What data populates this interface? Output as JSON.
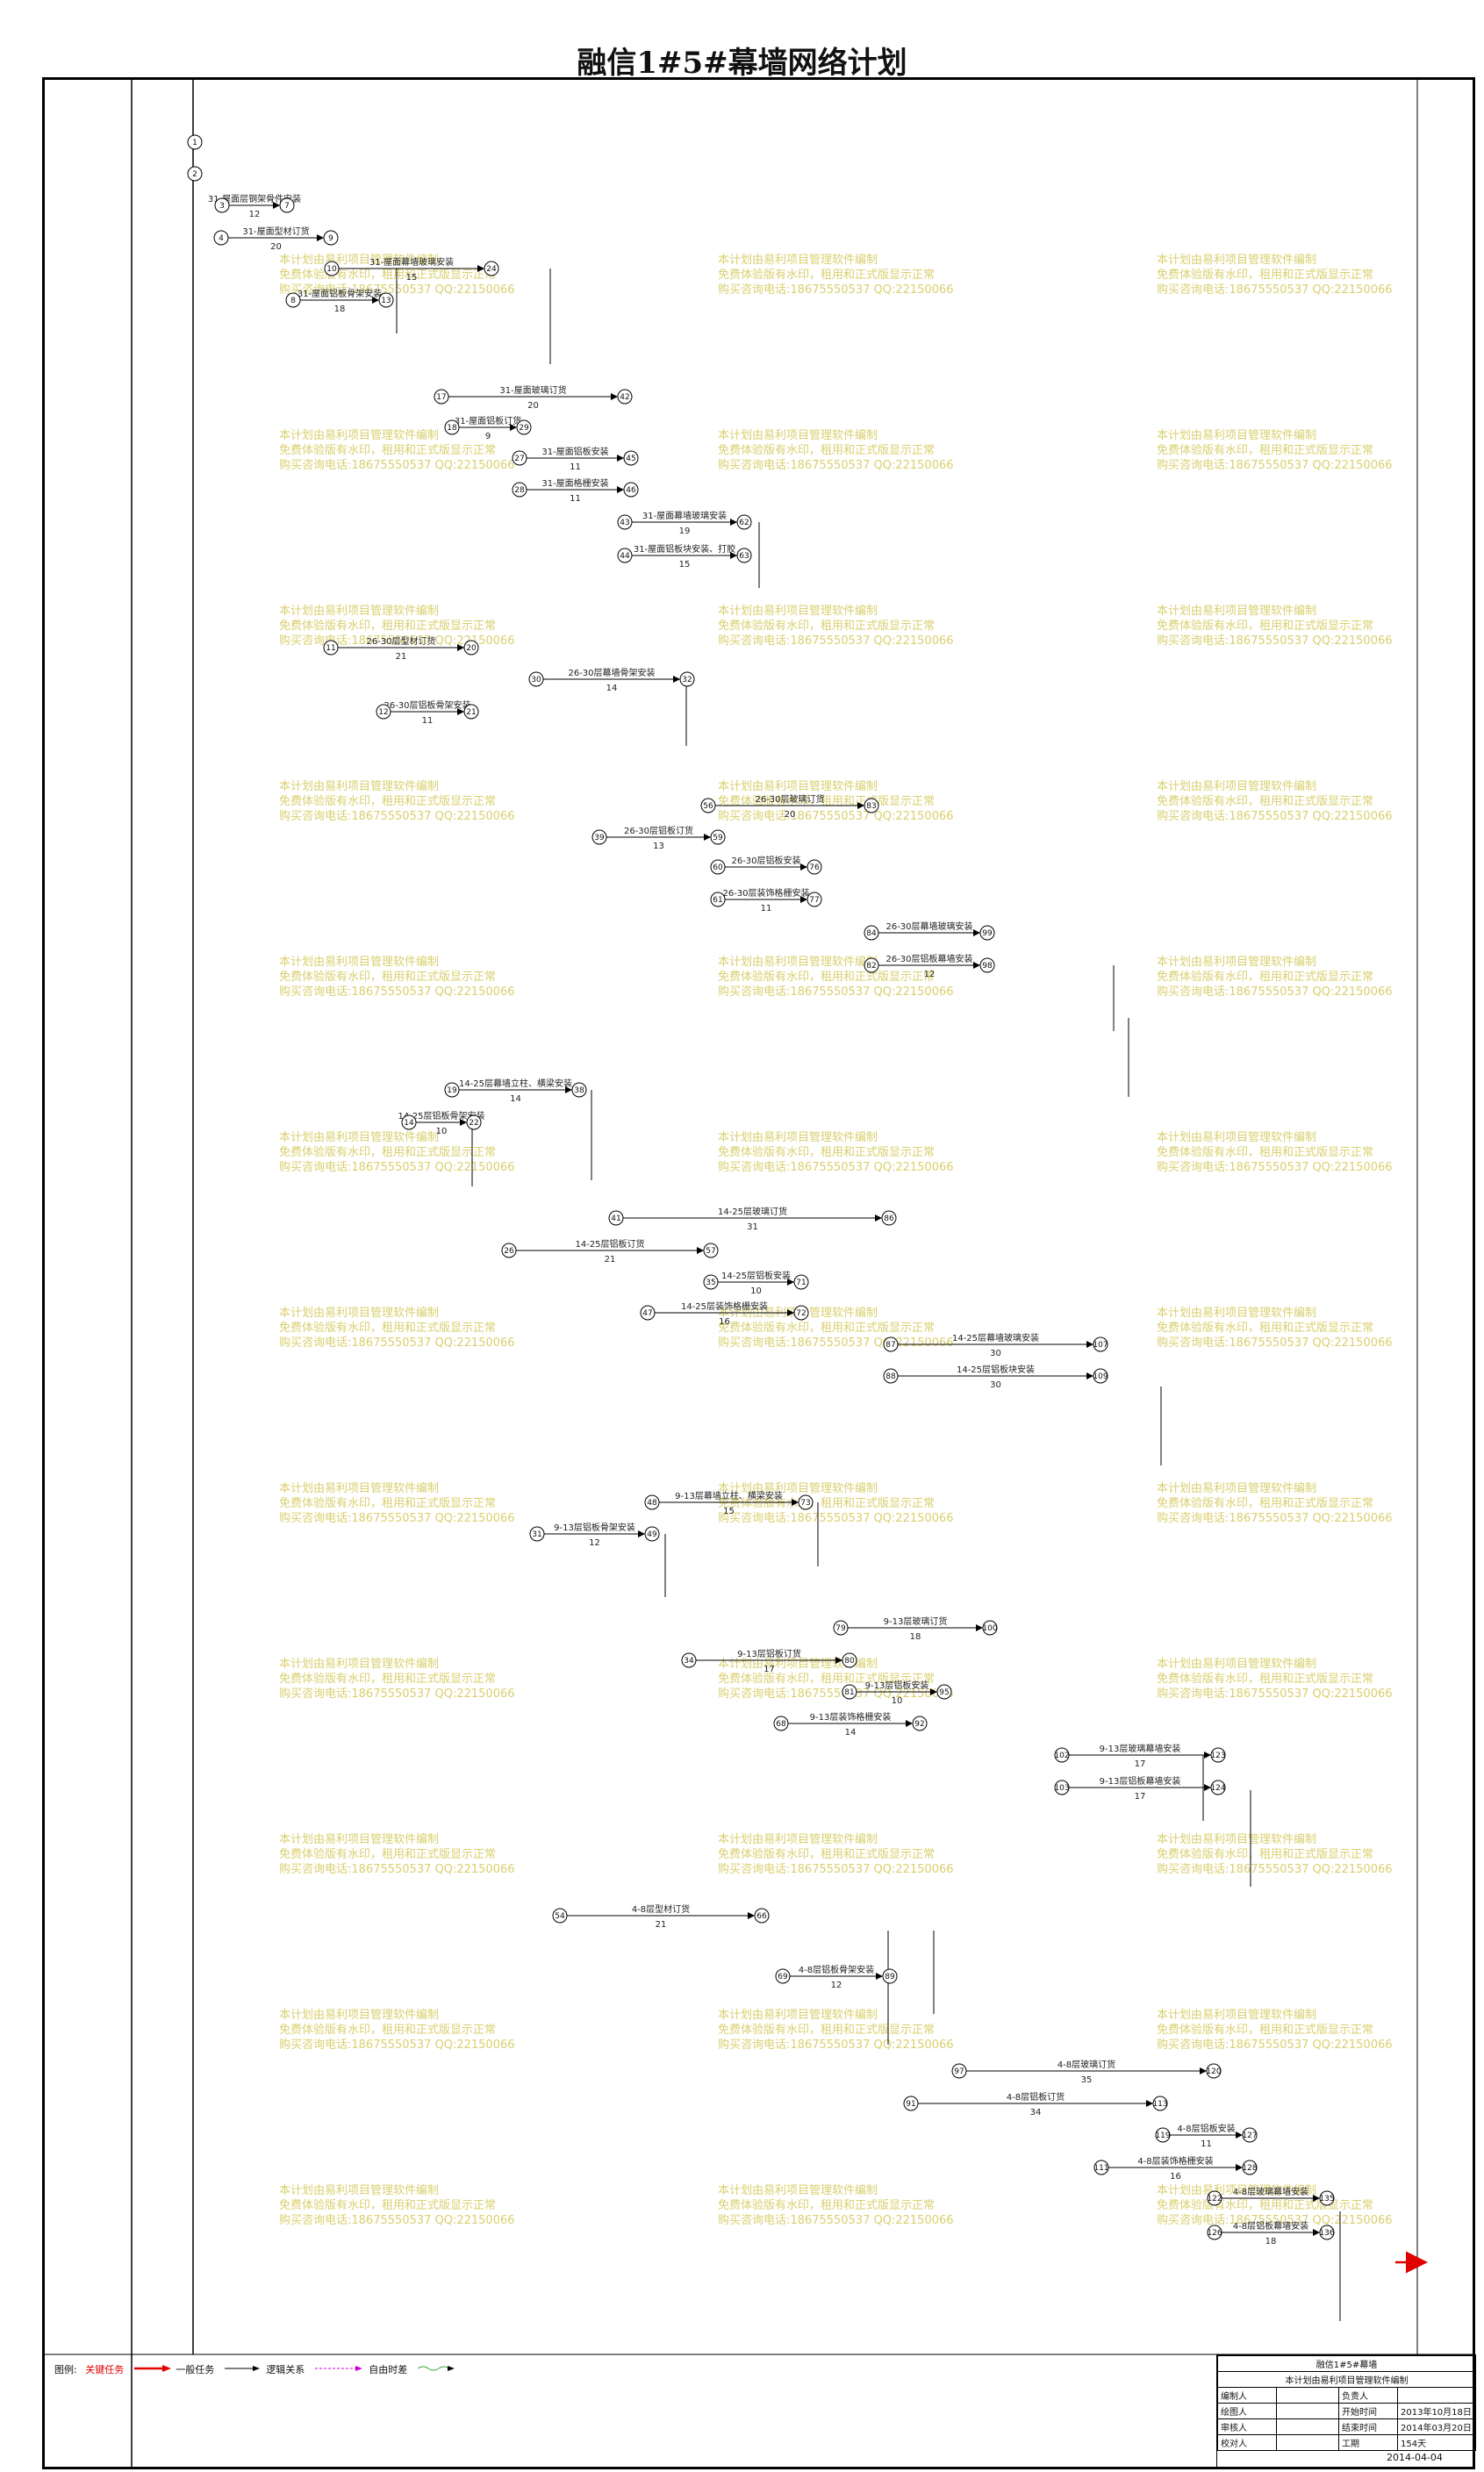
{
  "title": "融信1#5#幕墙网络计划",
  "watermark": {
    "line1": "本计划由易利项目管理软件编制",
    "line2": "免费体验版有水印，租用和正式版显示正常",
    "line3": "购买咨询电话:18675550537 QQ:22150066"
  },
  "legend": {
    "label": "图例:",
    "critical": "关键任务",
    "normal": "一般任务",
    "logic": "逻辑关系",
    "free_float": "自由时差",
    "critical_color": "#e00000",
    "normal_color": "#000000",
    "logic_color": "#cc00cc",
    "float_color": "#39a839"
  },
  "title_block": {
    "project": "融信1#5#幕墙",
    "software": "本计划由易利项目管理软件编制",
    "rows": [
      {
        "left": "编制人",
        "mid": "",
        "right_label": "负责人",
        "right_value": ""
      },
      {
        "left": "绘图人",
        "mid": "",
        "right_label": "开始时间",
        "right_value": "2013年10月18日"
      },
      {
        "left": "审核人",
        "mid": "",
        "right_label": "结束时间",
        "right_value": "2014年03月20日"
      },
      {
        "left": "校对人",
        "mid": "",
        "right_label": "工期",
        "right_value": "154天"
      }
    ],
    "date": "2014-04-04"
  },
  "tasks": [
    {
      "from": "3",
      "to": "7",
      "name": "31-屋面层钢架骨件安装",
      "dur": "12"
    },
    {
      "from": "4",
      "to": "9",
      "name": "31-屋面型材订货",
      "dur": "20"
    },
    {
      "from": "10",
      "to": "24",
      "name": "31-屋面幕墙玻璃安装",
      "dur": "15"
    },
    {
      "from": "8",
      "to": "13",
      "name": "31-屋面铝板骨架安装",
      "dur": "18"
    },
    {
      "from": "17",
      "to": "42",
      "name": "31-屋面玻璃订货",
      "dur": "20"
    },
    {
      "from": "18",
      "to": "29",
      "name": "31-屋面铝板订货",
      "dur": "9"
    },
    {
      "from": "27",
      "to": "45",
      "name": "31-屋面铝板安装",
      "dur": "11"
    },
    {
      "from": "28",
      "to": "46",
      "name": "31-屋面格栅安装",
      "dur": "11"
    },
    {
      "from": "43",
      "to": "62",
      "name": "31-屋面幕墙玻璃安装",
      "dur": "19"
    },
    {
      "from": "44",
      "to": "63",
      "name": "31-屋面铝板块安装、打胶",
      "dur": "15"
    },
    {
      "from": "11",
      "to": "20",
      "name": "26-30层型材订货",
      "dur": "21"
    },
    {
      "from": "30",
      "to": "32",
      "name": "26-30层幕墙骨架安装",
      "dur": "14"
    },
    {
      "from": "12",
      "to": "21",
      "name": "26-30层铝板骨架安装",
      "dur": "11"
    },
    {
      "from": "56",
      "to": "83",
      "name": "26-30层玻璃订货",
      "dur": "20"
    },
    {
      "from": "39",
      "to": "59",
      "name": "26-30层铝板订货",
      "dur": "13"
    },
    {
      "from": "60",
      "to": "76",
      "name": "26-30层铝板安装",
      "dur": ""
    },
    {
      "from": "61",
      "to": "77",
      "name": "26-30层装饰格栅安装",
      "dur": "11"
    },
    {
      "from": "84",
      "to": "99",
      "name": "26-30层幕墙玻璃安装",
      "dur": ""
    },
    {
      "from": "82",
      "to": "98",
      "name": "26-30层铝板幕墙安装",
      "dur": "12"
    },
    {
      "from": "19",
      "to": "38",
      "name": "14-25层幕墙立柱、横梁安装",
      "dur": "14"
    },
    {
      "from": "14",
      "to": "22",
      "name": "14-25层铝板骨架安装",
      "dur": "10"
    },
    {
      "from": "41",
      "to": "86",
      "name": "14-25层玻璃订货",
      "dur": "31"
    },
    {
      "from": "26",
      "to": "57",
      "name": "14-25层铝板订货",
      "dur": "21"
    },
    {
      "from": "35",
      "to": "71",
      "name": "14-25层铝板安装",
      "dur": "10"
    },
    {
      "from": "47",
      "to": "72",
      "name": "14-25层装饰格栅安装",
      "dur": "16"
    },
    {
      "from": "87",
      "to": "107",
      "name": "14-25层幕墙玻璃安装",
      "dur": "30"
    },
    {
      "from": "88",
      "to": "109",
      "name": "14-25层铝板块安装",
      "dur": "30"
    },
    {
      "from": "48",
      "to": "73",
      "name": "9-13层幕墙立柱、横梁安装",
      "dur": "15"
    },
    {
      "from": "31",
      "to": "49",
      "name": "9-13层铝板骨架安装",
      "dur": "12"
    },
    {
      "from": "79",
      "to": "100",
      "name": "9-13层玻璃订货",
      "dur": "18"
    },
    {
      "from": "34",
      "to": "80",
      "name": "9-13层铝板订货",
      "dur": "17"
    },
    {
      "from": "81",
      "to": "95",
      "name": "9-13层铝板安装",
      "dur": "10"
    },
    {
      "from": "68",
      "to": "92",
      "name": "9-13层装饰格栅安装",
      "dur": "14"
    },
    {
      "from": "102",
      "to": "123",
      "name": "9-13层玻璃幕墙安装",
      "dur": "17"
    },
    {
      "from": "103",
      "to": "124",
      "name": "9-13层铝板幕墙安装",
      "dur": "17"
    },
    {
      "from": "54",
      "to": "66",
      "name": "4-8层型材订货",
      "dur": "21"
    },
    {
      "from": "69",
      "to": "89",
      "name": "4-8层铝板骨架安装",
      "dur": "12"
    },
    {
      "from": "97",
      "to": "120",
      "name": "4-8层玻璃订货",
      "dur": "35"
    },
    {
      "from": "91",
      "to": "113",
      "name": "4-8层铝板订货",
      "dur": "34"
    },
    {
      "from": "119",
      "to": "127",
      "name": "4-8层铝板安装",
      "dur": "11"
    },
    {
      "from": "111",
      "to": "128",
      "name": "4-8层装饰格栅安装",
      "dur": "16"
    },
    {
      "from": "122",
      "to": "135",
      "name": "4-8层玻璃幕墙安装",
      "dur": ""
    },
    {
      "from": "126",
      "to": "136",
      "name": "4-8层铝板幕墙安装",
      "dur": "18"
    }
  ]
}
